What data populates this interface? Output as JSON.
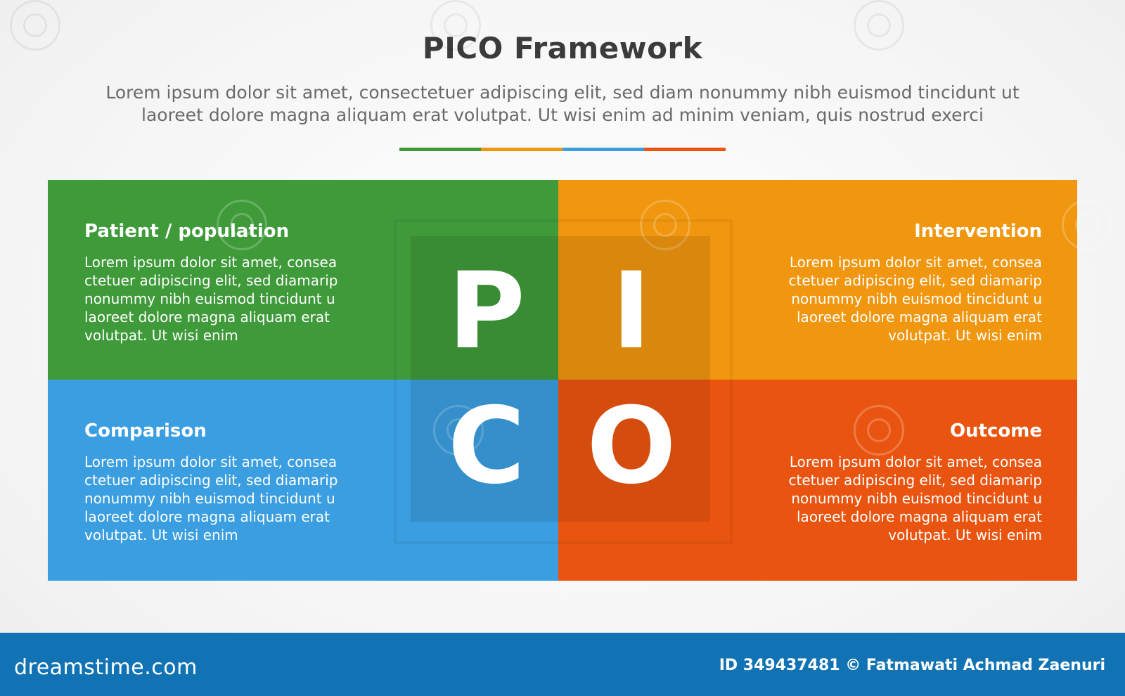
{
  "header": {
    "title": "PICO Framework",
    "subtitle": "Lorem ipsum dolor sit amet, consectetuer adipiscing elit, sed diam nonummy nibh euismod tincidunt ut laoreet dolore magna aliquam erat volutpat. Ut wisi enim ad minim veniam, quis nostrud exerci"
  },
  "divider_colors": [
    "#3f9a3a",
    "#f0960f",
    "#3a9ee0",
    "#e95511"
  ],
  "quadrants": [
    {
      "key": "p",
      "letter": "P",
      "title": "Patient / population",
      "color": "#3f9a3a",
      "body": "Lorem ipsum dolor sit amet, consea ctetuer adipiscing elit, sed diamarip nonummy nibh euismod tincidunt u laoreet dolore magna aliquam erat volutpat. Ut wisi enim"
    },
    {
      "key": "i",
      "letter": "I",
      "title": "Intervention",
      "color": "#f0960f",
      "body": "Lorem ipsum dolor sit amet, consea ctetuer adipiscing elit, sed diamarip nonummy nibh euismod tincidunt u laoreet dolore magna aliquam erat volutpat. Ut wisi enim"
    },
    {
      "key": "c",
      "letter": "C",
      "title": "Comparison",
      "color": "#3a9ee0",
      "body": "Lorem ipsum dolor sit amet, consea ctetuer adipiscing elit, sed diamarip nonummy nibh euismod tincidunt u laoreet dolore magna aliquam erat volutpat. Ut wisi enim"
    },
    {
      "key": "o",
      "letter": "O",
      "title": "Outcome",
      "color": "#e95511",
      "body": "Lorem ipsum dolor sit amet, consea ctetuer adipiscing elit, sed diamarip nonummy nibh euismod tincidunt u laoreet dolore magna aliquam erat volutpat. Ut wisi enim"
    }
  ],
  "footer": {
    "logo": "dreamstime.com",
    "credit": "ID 349437481 © Fatmawati  Achmad Zaenuri",
    "color": "#1173b4"
  }
}
